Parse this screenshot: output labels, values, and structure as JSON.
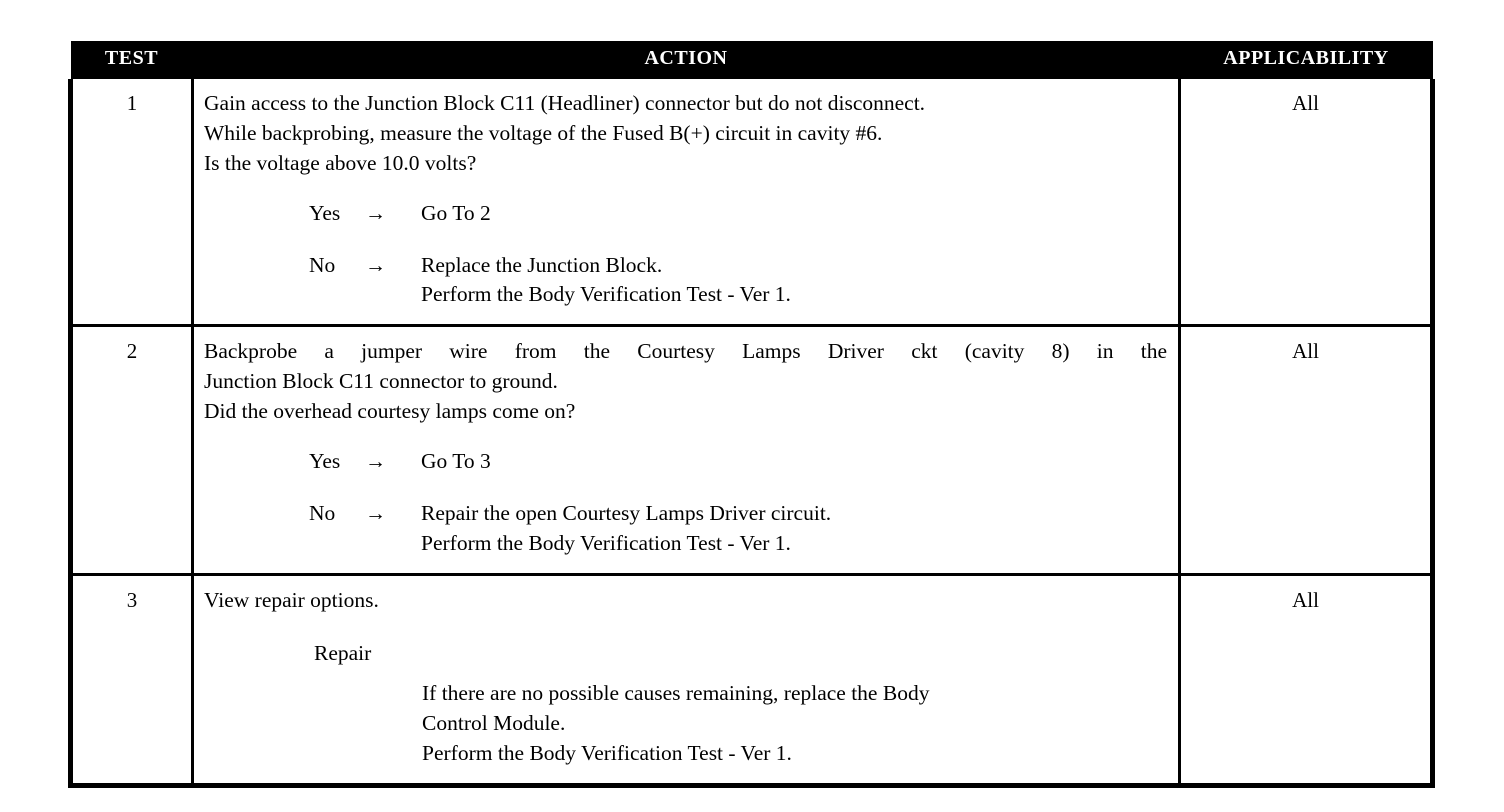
{
  "table": {
    "headers": {
      "test": "TEST",
      "action": "ACTION",
      "applicability": "APPLICABILITY"
    },
    "rows": [
      {
        "test": "1",
        "applicability": "All",
        "intro": [
          "Gain access to the Junction Block C11 (Headliner) connector but do not disconnect.",
          "While backprobing, measure the voltage of the Fused B(+) circuit in cavity #6.",
          "Is the voltage above 10.0 volts?"
        ],
        "branches": [
          {
            "label": "Yes",
            "arrow": "→",
            "lines": [
              "Go To   2"
            ]
          },
          {
            "label": "No",
            "arrow": "→",
            "lines": [
              "Replace the Junction Block.",
              "Perform the Body Verification Test - Ver 1."
            ]
          }
        ]
      },
      {
        "test": "2",
        "applicability": "All",
        "intro": [
          "Backprobe a jumper wire from the Courtesy Lamps Driver ckt (cavity 8) in the",
          "Junction Block C11 connector to ground.",
          "Did the overhead courtesy lamps come on?"
        ],
        "branches": [
          {
            "label": "Yes",
            "arrow": "→",
            "lines": [
              "Go To   3"
            ]
          },
          {
            "label": "No",
            "arrow": "→",
            "lines": [
              "Repair the open Courtesy Lamps Driver circuit.",
              "Perform the Body Verification Test - Ver 1."
            ]
          }
        ]
      },
      {
        "test": "3",
        "applicability": "All",
        "intro": [
          "View repair options."
        ],
        "repair": {
          "heading": "Repair",
          "lines": [
            "If there are no possible causes remaining, replace the Body",
            "Control Module.",
            "Perform the Body Verification Test - Ver 1."
          ]
        }
      }
    ]
  }
}
